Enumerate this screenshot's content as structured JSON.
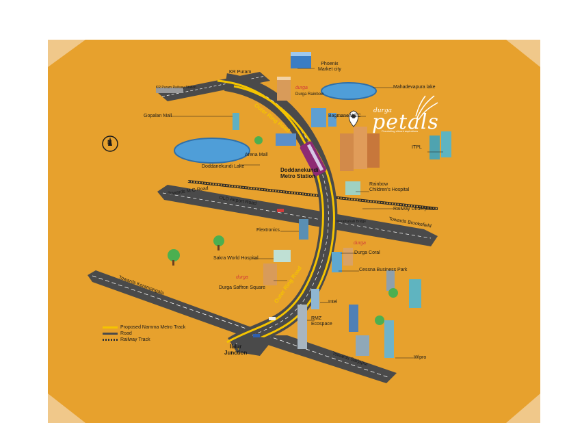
{
  "colors": {
    "background": "#e7a12d",
    "corner": "#f0c88a",
    "road": "#4a4a4a",
    "metro_track": "#f5c400",
    "water": "#4f9ed8",
    "brand": "#ffffff"
  },
  "brand": {
    "small": "durga",
    "big": "petals",
    "tagline": "Flourishing vibrant aspirations"
  },
  "compass": {
    "letter": "N"
  },
  "labels": {
    "kr_puram": "KR Puram",
    "kr_puram_station": "KR Puram Railway Station",
    "phoenix": "Phoenix\nMarket city",
    "durga_rainbow": "Durga Rainbow",
    "mahadevapura": "Mahadevapura lake",
    "gopalan": "Gopalan Mall",
    "outer_ring_top": "Outer Ring Road",
    "bagmane": "Bagmane WTC",
    "itpl": "ITPL",
    "arena": "Arena Mall",
    "doddanekundi_lake": "Doddanekundi Lake",
    "metro_station": "Doddanekundi\nMetro Station",
    "rainbow_hospital": "Rainbow\nChildren's Hospital",
    "towards_mg": "Towards M G Road",
    "old_airport": "OLD Airport Road",
    "railway_underpass": "Railway Underpass",
    "marathahalli_bridge": "Marathahalli Bridge",
    "towards_brookefield": "Towards Brookefield",
    "flextronics": "Flextronics",
    "durga_coral": "Durga Coral",
    "sakra": "Sakra World Hospital",
    "cessna": "Cessna Business Park",
    "towards_koramangala": "Towards Koramangala",
    "durga_saffron": "Durga Saffron Square",
    "outer_ring_bottom": "Outer Ring Road",
    "intel": "Intel",
    "rmz": "RMZ\nEcospace",
    "iblur": "Iblur\nJunction",
    "towards_sarjapur": "Towards Sarjapur",
    "wipro": "Wipro",
    "durga_logo_1": "durga",
    "durga_logo_2": "durga",
    "durga_logo_3": "durga"
  },
  "legend": [
    {
      "label": "Proposed Namma Metro Track",
      "color": "#f5c400"
    },
    {
      "label": "Road",
      "color": "#4a4a4a"
    },
    {
      "label": "Railway Track",
      "color": "#333333"
    }
  ]
}
